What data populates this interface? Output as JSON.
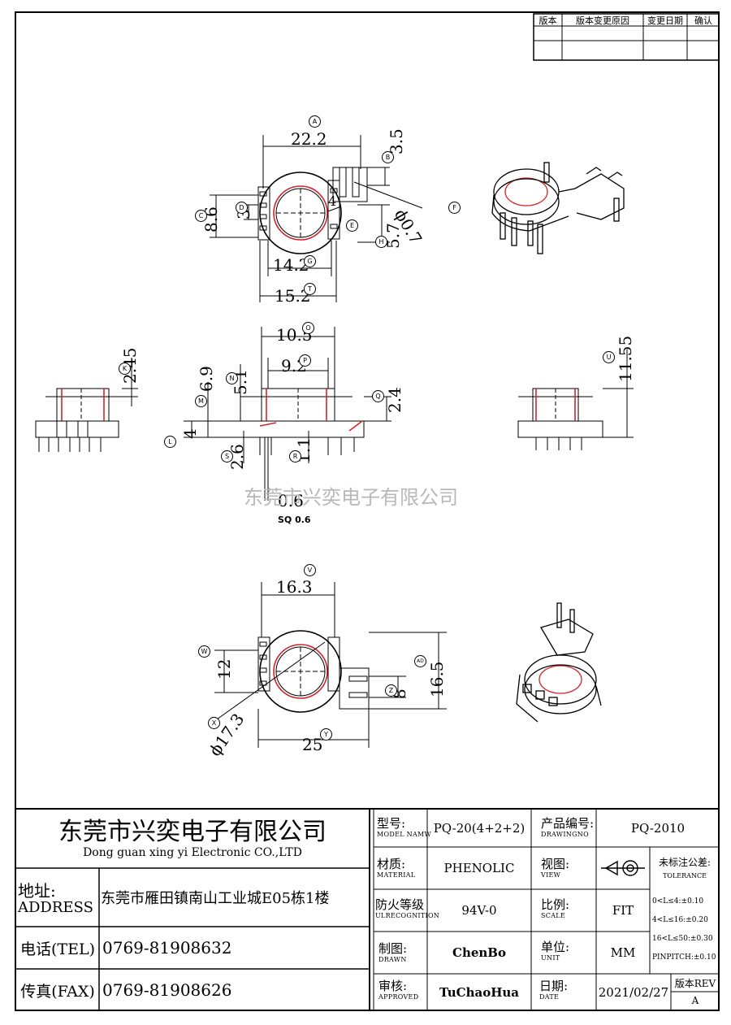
{
  "revision_table": {
    "headers": [
      "版本",
      "版本变更原因",
      "变更日期",
      "确认"
    ]
  },
  "dimensions": {
    "top_view": {
      "A": "22.2",
      "B": "3.5",
      "C": "8.6",
      "D": "3",
      "E": "4",
      "F": "0.7",
      "G_label": "14.2",
      "T_label": "15.2",
      "H": "5.7"
    },
    "front_view": {
      "K": "2.45",
      "O": "10.5",
      "P": "9.2",
      "N": "5.1",
      "M": "6.9",
      "Q": "2.4",
      "L": "4",
      "S": "2.6",
      "R": "1.1",
      "pin": "0.6",
      "pin_note": "SQ 0.6"
    },
    "side_view": {
      "U": "11.55"
    },
    "bottom_view": {
      "V": "16.3",
      "W": "12",
      "AD": "16.5",
      "Z": "8",
      "X": "17.3",
      "Y": "25"
    },
    "circle_labels": [
      "A",
      "B",
      "C",
      "D",
      "E",
      "F",
      "G",
      "H",
      "T",
      "K",
      "O",
      "P",
      "N",
      "M",
      "Q",
      "L",
      "S",
      "R",
      "U",
      "V",
      "W",
      "AD",
      "Z",
      "X",
      "Y"
    ]
  },
  "watermark": "东莞市兴奕电子有限公司",
  "title_block": {
    "company_cn": "东莞市兴奕电子有限公司",
    "company_en": "Dong guan xing yi Electronic CO.,LTD",
    "address_label_cn": "地址:",
    "address_label_en": "ADDRESS",
    "address": "东莞市雁田镇南山工业城E05栋1楼",
    "tel_label": "电话(TEL)",
    "tel": "0769-81908632",
    "fax_label": "传真(FAX)",
    "fax": "0769-81908626",
    "model_label_cn": "型号:",
    "model_label_en": "MODEL NAMW",
    "model": "PQ-20(4+2+2)",
    "drawing_no_label_cn": "产品编号:",
    "drawing_no_label_en": "DRAWINGNO",
    "drawing_no": "PQ-2010",
    "material_label_cn": "材质:",
    "material_label_en": "MATERIAL",
    "material": "PHENOLIC",
    "view_label_cn": "视图:",
    "view_label_en": "VIEW",
    "tolerance_label_cn": "未标注公差:",
    "tolerance_label_en": "TOLERANCE",
    "tolerances": [
      "0<L≤4:±0.10",
      "4<L≤16:±0.20",
      "16<L≤50:±0.30",
      "PINPITCH:±0.10"
    ],
    "flame_label_cn": "防火等级",
    "flame_label_en": "ULRECOGNITION",
    "flame": "94V-0",
    "scale_label_cn": "比例:",
    "scale_label_en": "SCALE",
    "scale": "FIT",
    "drawn_label_cn": "制图:",
    "drawn_label_en": "DRAWN",
    "drawn": "ChenBo",
    "unit_label_cn": "单位:",
    "unit_label_en": "UNIT",
    "unit": "MM",
    "approved_label_cn": "审核:",
    "approved_label_en": "APPROVED",
    "approved": "TuChaoHua",
    "date_label_cn": "日期:",
    "date_label_en": "DATE",
    "date": "2021/02/27",
    "rev_label": "版本REV",
    "rev": "A"
  }
}
